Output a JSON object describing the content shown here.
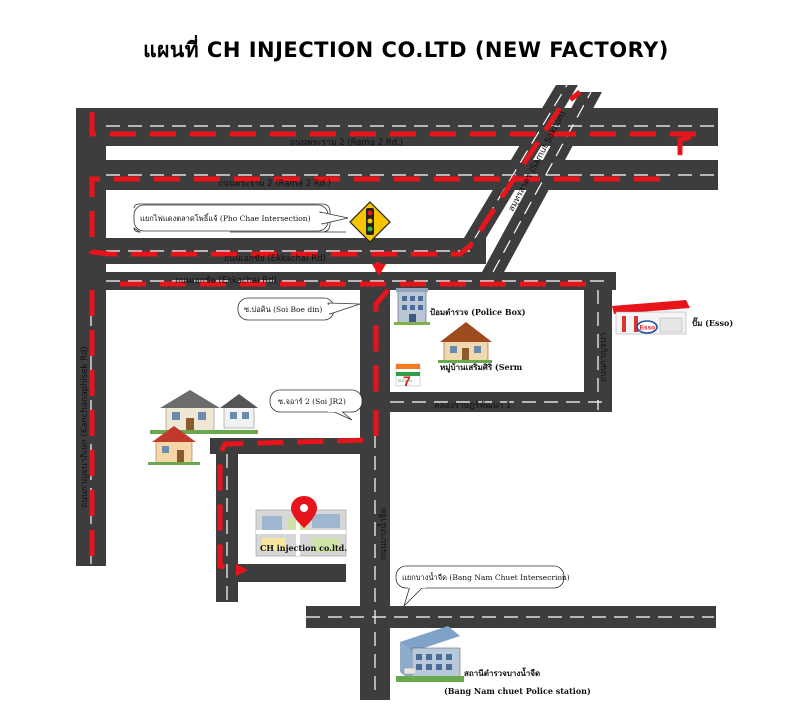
{
  "title": "แผนที่ CH INJECTION CO.LTD (NEW FACTORY)",
  "colors": {
    "road": "#3d3d3d",
    "route": "#e8141b",
    "lane_mark": "#ffffff",
    "background": "#ffffff"
  },
  "roads": {
    "rama2_upper": "ถนนพระราม 2 (Rama 2 Rd.)",
    "rama2_lower": "ถนนพระราม 2 (Rama 2 Rd.)",
    "ekkachai_upper": "ถนนเอกชัย (Ekkachai Rd)",
    "ekkachai_lower": "ถนนเอกชัย (Ekkachai Rd)",
    "samut_sakhon": "สมุทรสาคร (Samut Sakhon)",
    "kanchanaphisek": "ถนนกาญจนาภิเษก (Kanchanaphisek Rd)",
    "khlong_rat": "คลองราษฎร์พัฒนา 1",
    "bang_nam_chuet_rd": "ถนนบางน้ำจืด",
    "right_vertical_rd": "ถนนกาญจนา"
  },
  "callouts": {
    "pho_chae": "แยกไฟแดงตลาดโพธิ์แจ้ (Pho Chae Intersection)",
    "soi_boe_din": "ซ.บ่อดิน (Soi Boe din)",
    "soi_jr2": "ซ.จอาร์ 2 (Soi JR2)",
    "bang_nam_chuet_intersection": "แยกบางน้ำจืด (Bang Nam Chuet Intersecrion)"
  },
  "places": {
    "police_box": "ป้อมตำรวจ (Police Box)",
    "village": "หมู่บ้านเสริมศิริ (Serm",
    "esso": "ปั๊ม (Esso)",
    "esso_sign": "Esso",
    "factory": "CH injection co.ltd.",
    "police_station_th": "สถานีตำรวจบางน้ำจืด",
    "police_station_en": "(Bang Nam chuet Police station)",
    "seven_eleven": "7",
    "seven_eleven_sub": "ELEVEN"
  }
}
